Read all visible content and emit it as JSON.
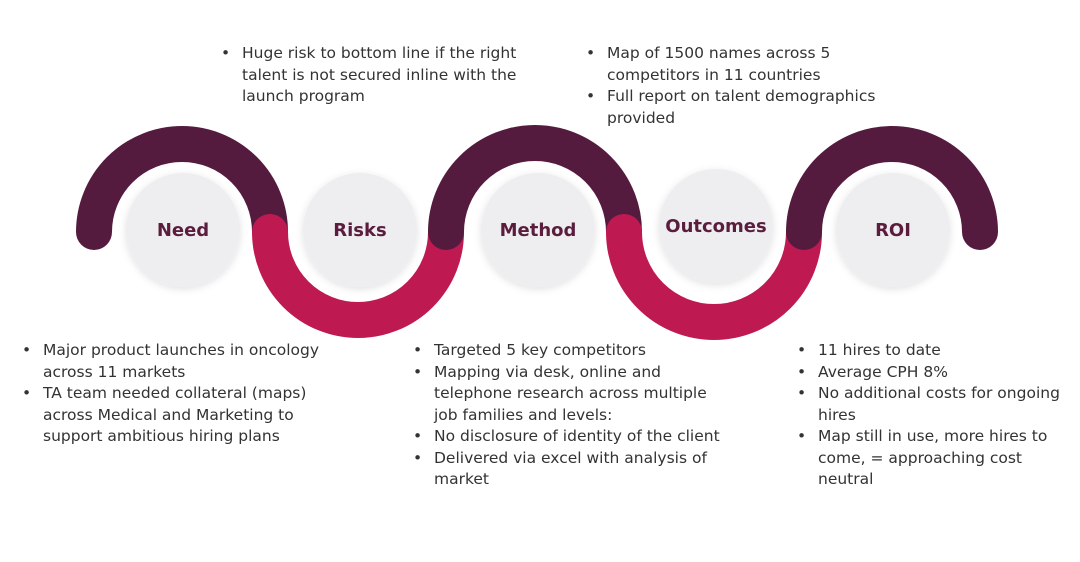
{
  "colors": {
    "dark": "#541b3f",
    "magenta": "#be1a51",
    "circle_fill": "#eeeef0",
    "label": "#5a1d3e"
  },
  "stages": [
    {
      "id": "need",
      "label": "Need"
    },
    {
      "id": "risks",
      "label": "Risks"
    },
    {
      "id": "method",
      "label": "Method"
    },
    {
      "id": "outcomes",
      "label": "Outcomes"
    },
    {
      "id": "roi",
      "label": "ROI"
    }
  ],
  "notes": {
    "need": [
      "Major product launches in oncology across 11 markets",
      "TA team needed collateral (maps) across Medical and Marketing to support ambitious hiring plans"
    ],
    "risks": [
      "Huge risk to bottom line if the right talent is not secured inline with the launch program"
    ],
    "method": [
      "Targeted 5 key competitors",
      "Mapping via desk, online and telephone research across multiple job families and levels:",
      "No disclosure of identity of the client",
      "Delivered via excel with analysis of market"
    ],
    "outcomes": [
      "Map of 1500 names across 5 competitors in 11 countries",
      "Full report on talent demographics provided"
    ],
    "roi": [
      "11 hires to date",
      "Average CPH 8%",
      "No additional costs for ongoing hires",
      "Map still in use, more hires to come, = approaching cost neutral"
    ]
  }
}
